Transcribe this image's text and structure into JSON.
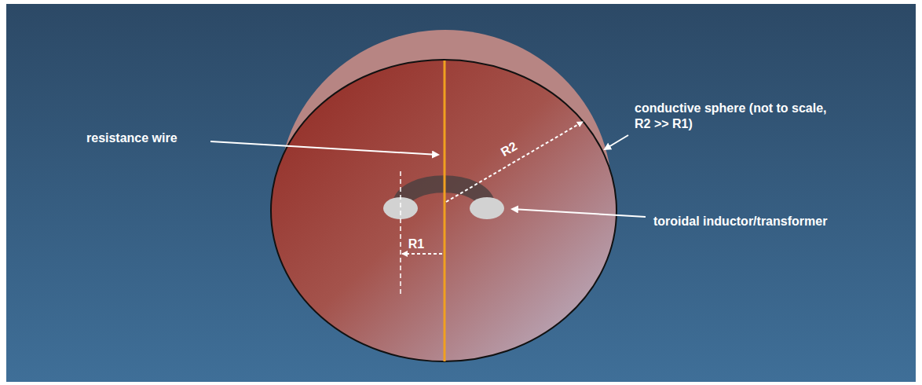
{
  "diagram": {
    "labels": [
      "resistance wire",
      "conductive sphere (not to scale, R2 >> R1)",
      "toroidal inductor/transformer",
      "R2",
      "R1"
    ]
  }
}
